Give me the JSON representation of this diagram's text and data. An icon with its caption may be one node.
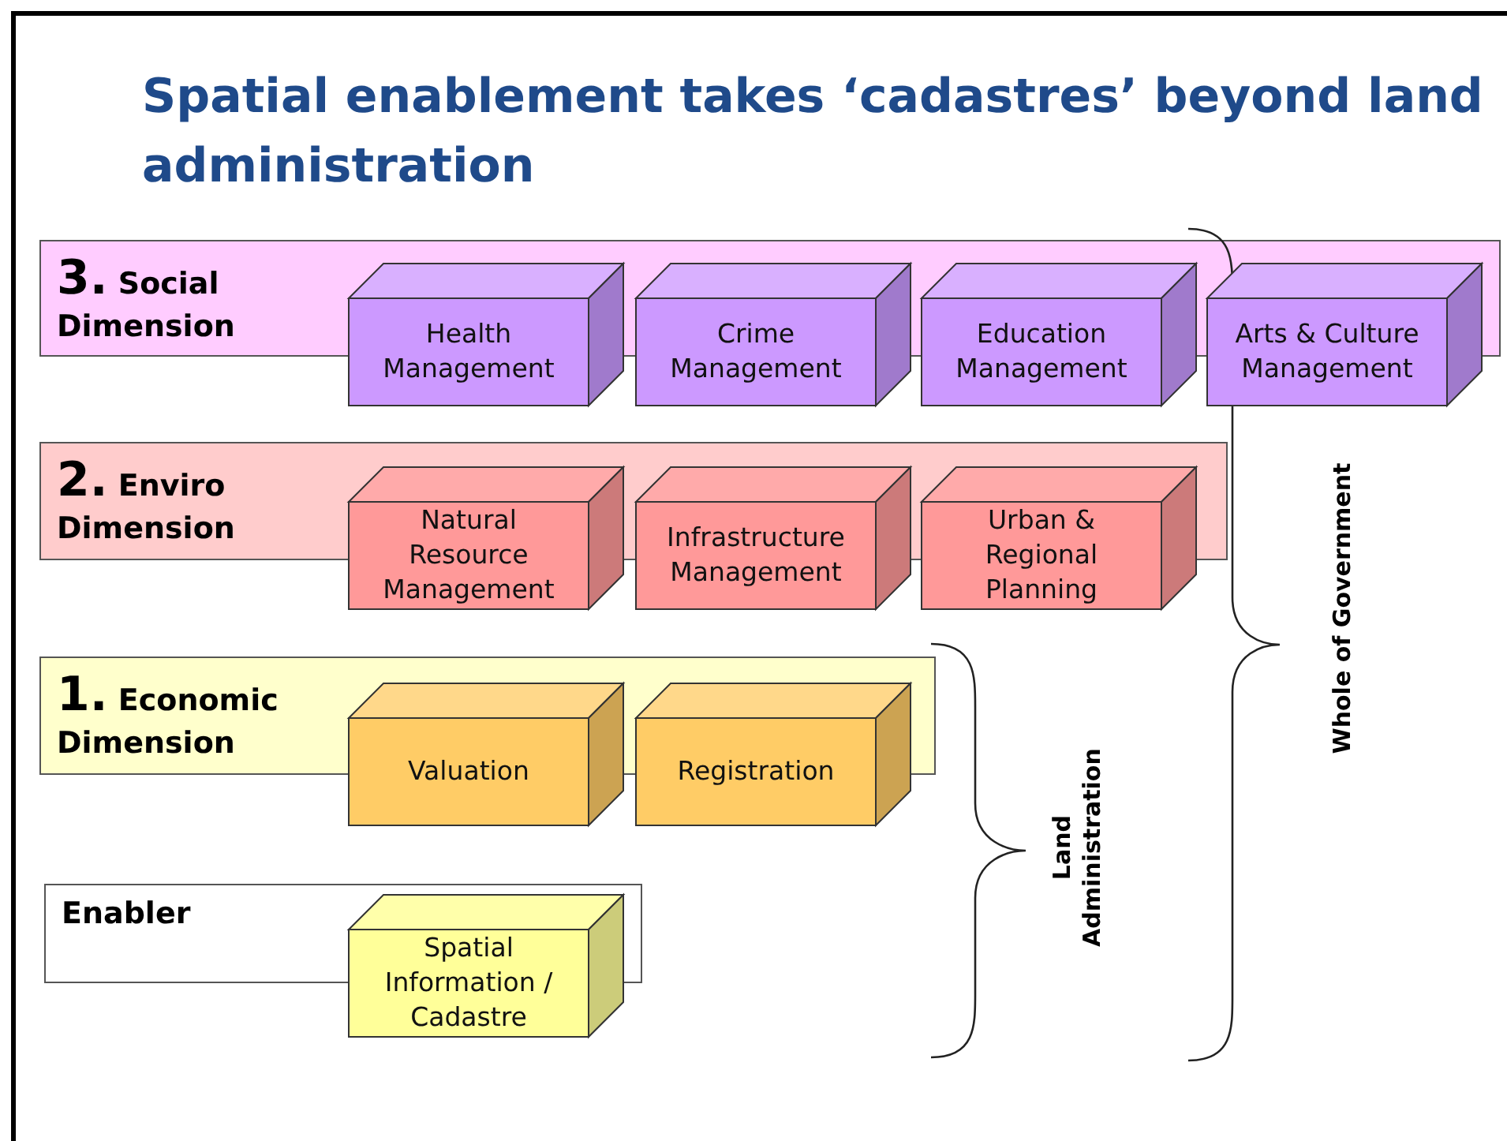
{
  "diagram": {
    "title": "Spatial enablement takes ‘cadastres’ beyond land administration",
    "nodes": [
      {
        "text": [
          "3. Social Dimension"
        ]
      },
      {
        "text": [
          "Health Management"
        ]
      },
      {
        "text": [
          "Crime Management"
        ]
      },
      {
        "text": [
          "Education Management"
        ]
      },
      {
        "text": [
          "Arts & Culture Management"
        ]
      },
      {
        "text": [
          "2. Enviro Dimension"
        ]
      },
      {
        "text": [
          "Natural Resource Management"
        ]
      },
      {
        "text": [
          "Infrastructure Management"
        ]
      },
      {
        "text": [
          "Urban & Regional Planning"
        ]
      },
      {
        "text": [
          "1. Economic Dimension"
        ]
      },
      {
        "text": [
          "Valuation"
        ]
      },
      {
        "text": [
          "Registration"
        ]
      },
      {
        "text": [
          "Enabler"
        ]
      },
      {
        "text": [
          "Spatial Information / Cadastre"
        ]
      }
    ],
    "labels": [
      "Land Administration",
      "Whole of Government"
    ]
  }
}
